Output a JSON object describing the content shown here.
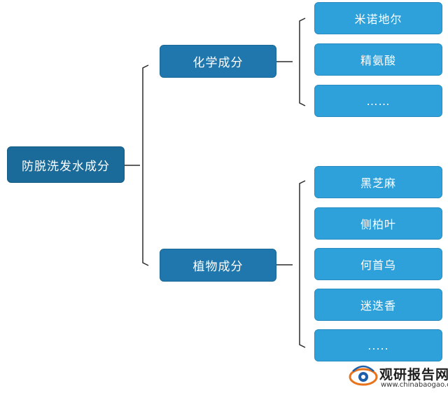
{
  "diagram": {
    "root": {
      "label": "防脱洗发水成分"
    },
    "branches": [
      {
        "label": "化学成分",
        "children": [
          "米诺地尔",
          "精氨酸",
          "……"
        ]
      },
      {
        "label": "植物成分",
        "children": [
          "黑芝麻",
          "侧柏叶",
          "何首乌",
          "迷迭香",
          "....."
        ]
      }
    ]
  },
  "watermark": {
    "text_cn": "观研报告网",
    "text_en": "www.chinabaogao.com"
  },
  "colors": {
    "root": "#1b6b9a",
    "branch": "#1f77ad",
    "leaf": "#2ea1db",
    "connector": "#2b2b2b"
  }
}
